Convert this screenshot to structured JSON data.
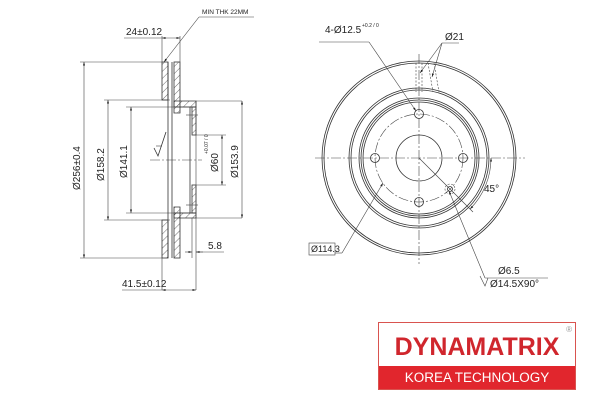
{
  "drawing": {
    "title": "Brake disc technical drawing",
    "side_view": {
      "min_thickness_label": "MIN THK 22MM",
      "thickness_label": "24±0.12",
      "outer_diameter_label": "Ø256±0.4",
      "diameter_158_label": "Ø158.2",
      "diameter_141_label": "Ø141.1",
      "center_bore_label": "Ø60",
      "center_bore_tolerance": "+0.07 / 0",
      "hat_diameter_label": "Ø153.9",
      "hat_thickness_label": "5.8",
      "total_height_label": "41.5±0.12"
    },
    "front_view": {
      "bolt_holes_label": "4-Ø12.5",
      "bolt_holes_tolerance": "+0.2 / 0",
      "vent_label": "Ø21",
      "pcd_label": "Ø114.3",
      "angle_label": "45°",
      "small_hole_label": "Ø6.5",
      "countersink_label": "Ø14.5X90°"
    }
  },
  "logo": {
    "brand": "DYNAMATRIX",
    "registered": "®",
    "tagline": "KOREA TECHNOLOGY",
    "brand_color": "#d0262d",
    "bar_color": "#e1262d"
  }
}
